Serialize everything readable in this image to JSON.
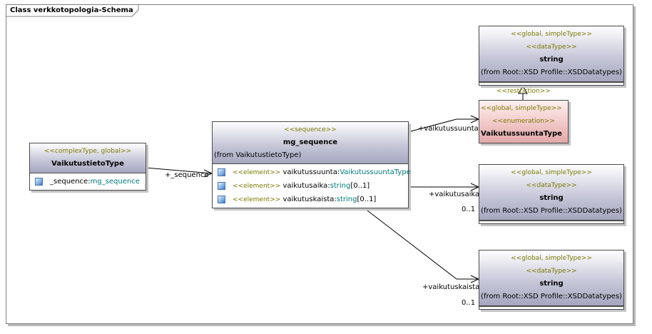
{
  "frame": {
    "title": "Class verkkotopologia-Schema"
  },
  "classes": {
    "vaikutustieto": {
      "stereotype": "<<complexType, global>>",
      "name": "VaikutustietoType",
      "attribute": {
        "name": "_sequence:",
        "type": "mg_sequence"
      }
    },
    "mg_sequence": {
      "stereotype": "<<sequence>>",
      "name": "mg_sequence",
      "from": "(from VaikutustietoType)",
      "attributes": [
        {
          "keyword": "<<element>>",
          "name": "vaikutussuunta:",
          "type": "VaikutussuuntaType",
          "suffix": ""
        },
        {
          "keyword": "<<element>>",
          "name": "vaikutusaika:",
          "type": "string",
          "suffix": "[0..1]"
        },
        {
          "keyword": "<<element>>",
          "name": "vaikutuskaista:",
          "type": "string",
          "suffix": "[0..1]"
        }
      ]
    },
    "string_top": {
      "stereotype1": "<<global, simpleType>>",
      "stereotype2": "<<dataType>>",
      "name": "string",
      "from": "(from Root::XSD Profile::XSDDatatypes)"
    },
    "vaikutussuunta_type": {
      "stereotype1": "<<global, simpleType>>",
      "stereotype2": "<<enumeration>>",
      "name": "VaikutussuuntaType"
    },
    "string_mid": {
      "stereotype1": "<<global, simpleType>>",
      "stereotype2": "<<dataType>>",
      "name": "string",
      "from": "(from Root::XSD Profile::XSDDatatypes)"
    },
    "string_bottom": {
      "stereotype1": "<<global, simpleType>>",
      "stereotype2": "<<dataType>>",
      "name": "string",
      "from": "(from Root::XSD Profile::XSDDatatypes)"
    }
  },
  "connectors": {
    "sequence_role": "+_sequence",
    "restriction": "<<restriction>>",
    "suunta_role": "+vaikutussuunta",
    "aika_role": "+vaikutusaika",
    "aika_mult": "0..1",
    "kaista_role": "+vaikutuskaista",
    "kaista_mult": "0..1"
  },
  "colors": {
    "class_header": "#b4b4cc",
    "enumeration_fill": "#f0c4c4",
    "stereotype_text": "#7a7a00",
    "type_text": "#007a7a"
  }
}
